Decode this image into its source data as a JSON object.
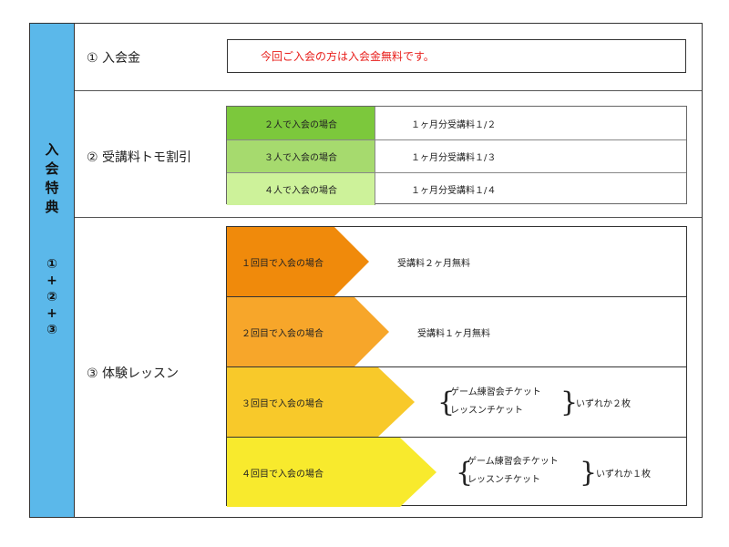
{
  "sidebar": {
    "title_chars": [
      "入",
      "会",
      "特",
      "典"
    ],
    "sub_chars": [
      "①",
      "+",
      "②",
      "+",
      "③"
    ]
  },
  "section1": {
    "label": "① 入会金",
    "notice": "今回ご入会の方は入会金無料です。",
    "notice_color": "#e8201d"
  },
  "section2": {
    "label": "② 受講料トモ割引",
    "rows": [
      {
        "condition": "２人で入会の場合",
        "benefit": "１ヶ月分受講料１/２",
        "color": "#7cc83c"
      },
      {
        "condition": "３人で入会の場合",
        "benefit": "１ヶ月分受講料１/３",
        "color": "#a6da6e"
      },
      {
        "condition": "４人で入会の場合",
        "benefit": "１ヶ月分受講料１/４",
        "color": "#cdf29a"
      }
    ]
  },
  "section3": {
    "label": "③ 体験レッスン",
    "rows": [
      {
        "condition": "１回目で入会の場合",
        "benefit": "受講料２ヶ月無料",
        "color": "#f08a0b"
      },
      {
        "condition": "２回目で入会の場合",
        "benefit": "受講料１ヶ月無料",
        "color": "#f7a62a"
      },
      {
        "condition": "３回目で入会の場合",
        "tickets": [
          "ゲーム練習会チケット",
          "レッスンチケット"
        ],
        "suffix": "いずれか２枚",
        "color": "#f8c92a"
      },
      {
        "condition": "４回目で入会の場合",
        "tickets": [
          "ゲーム練習会チケット",
          "レッスンチケット"
        ],
        "suffix": "いずれか１枚",
        "color": "#f8ea2d"
      }
    ],
    "brace_open": "{",
    "brace_close": "}"
  },
  "colors": {
    "sidebar": "#5bb8ea",
    "border": "#333333"
  }
}
